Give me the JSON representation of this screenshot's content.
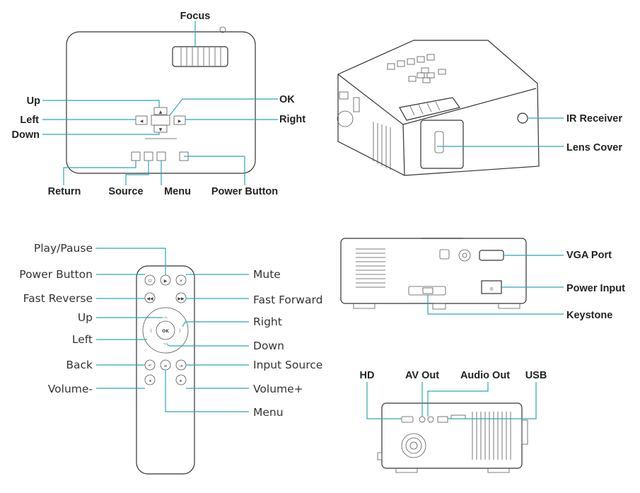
{
  "colors": {
    "leader": "#2aa6b4",
    "outline": "#333333",
    "text": "#222222"
  },
  "top_panel": {
    "focus": "Focus",
    "up": "Up",
    "left": "Left",
    "down": "Down",
    "ok": "OK",
    "right": "Right",
    "return": "Return",
    "source": "Source",
    "menu": "Menu",
    "power": "Power Button"
  },
  "projector_3d": {
    "ir_receiver": "IR Receiver",
    "lens_cover": "Lens Cover"
  },
  "remote": {
    "play_pause": "Play/Pause",
    "power": "Power Button",
    "mute": "Mute",
    "fast_reverse": "Fast Reverse",
    "fast_forward": "Fast Forward",
    "up": "Up",
    "right": "Right",
    "left": "Left",
    "down": "Down",
    "back": "Back",
    "input_source": "Input Source",
    "volume_minus": "Volume-",
    "volume_plus": "Volume+",
    "menu": "Menu",
    "ok_key": "OK"
  },
  "rear_panel": {
    "vga_port": "VGA Port",
    "power_input": "Power Input",
    "keystone": "Keystone"
  },
  "side_panel": {
    "hd": "HD",
    "av_out": "AV Out",
    "audio_out": "Audio Out",
    "usb": "USB"
  }
}
